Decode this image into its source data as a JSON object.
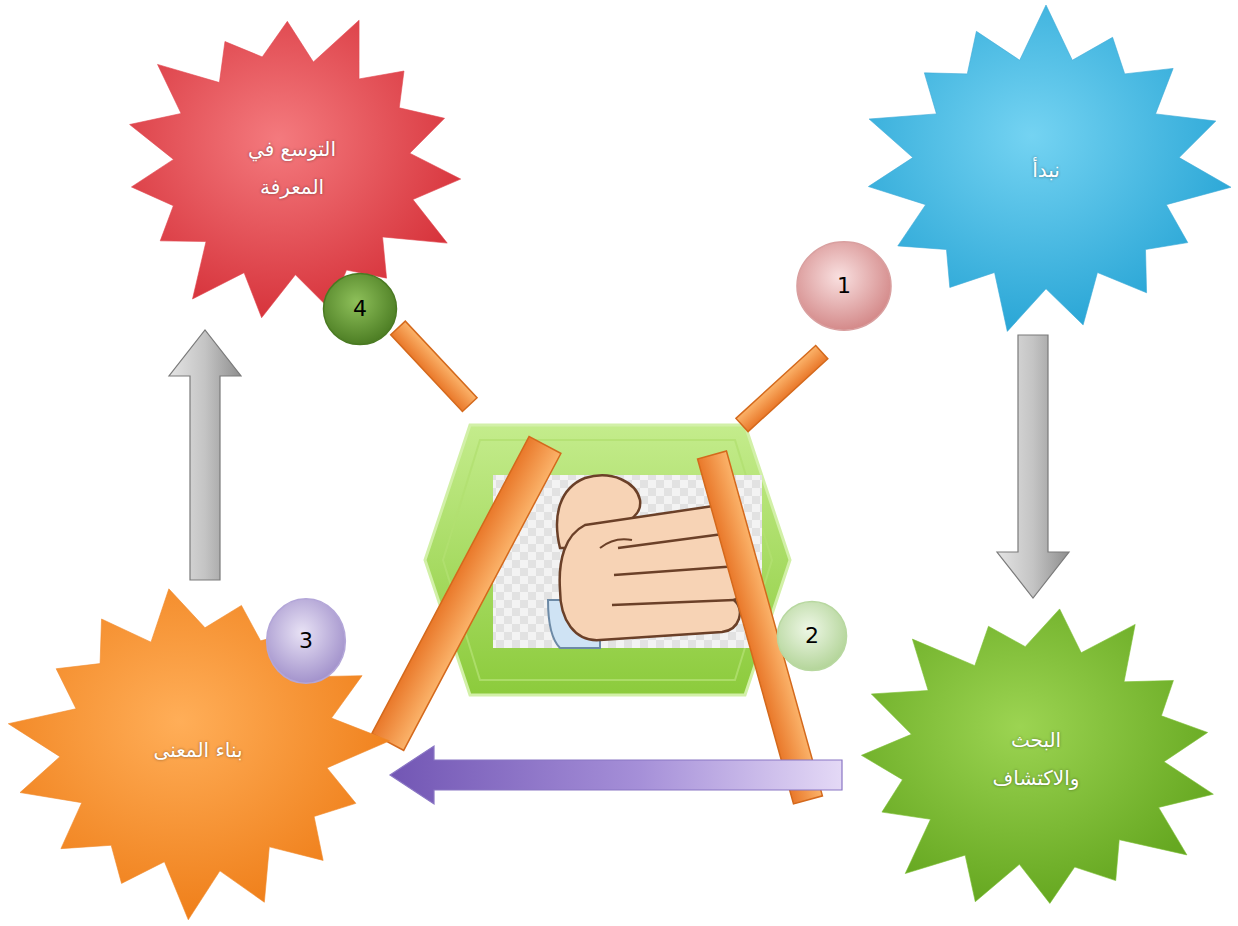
{
  "diagram": {
    "nodes": [
      {
        "text": [
          "نبدأ"
        ]
      },
      {
        "text": [
          "البحث والاكتشاف"
        ]
      },
      {
        "text": [
          "بناء المعنى"
        ]
      },
      {
        "text": [
          "التوسع في المعرفة"
        ]
      },
      {
        "text": [
          "1"
        ]
      },
      {
        "text": [
          "2"
        ]
      },
      {
        "text": [
          "3"
        ]
      },
      {
        "text": [
          "4"
        ]
      }
    ],
    "edges": [
      {
        "from": 0,
        "to": 1,
        "arrow": "to"
      },
      {
        "from": 1,
        "to": 2,
        "arrow": "to"
      },
      {
        "from": 2,
        "to": 3,
        "arrow": "to"
      }
    ]
  }
}
